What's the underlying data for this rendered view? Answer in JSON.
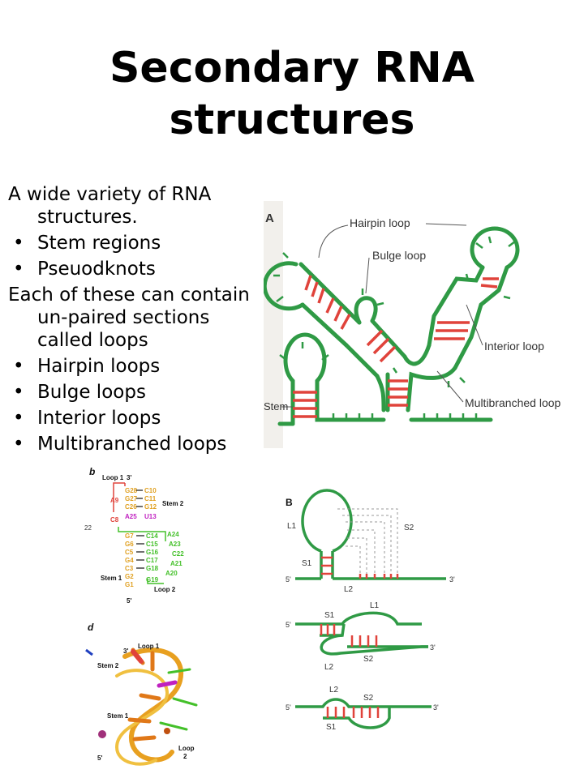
{
  "title_line1": "Secondary RNA",
  "title_line2": "structures",
  "text": {
    "intro_line1": "A wide variety of RNA",
    "intro_line2": "structures.",
    "list1": [
      "Stem regions",
      "Pseuodknots"
    ],
    "para_line1": "Each of these can contain",
    "para_line2": "un-paired sections",
    "para_line3": "called loops",
    "list2": [
      "Hairpin loops",
      "Bulge loops",
      "Interior loops",
      "Multibranched loops"
    ],
    "bullet": "•"
  },
  "figA": {
    "panel": "A",
    "hairpin": "Hairpin loop",
    "bulge": "Bulge loop",
    "interior": "Interior loop",
    "multi": "Multibranched loop",
    "stem": "Stem"
  },
  "figB": {
    "panel": "b",
    "loop1": "Loop 1",
    "three": "3'",
    "five": "5'",
    "stem2": "Stem 2",
    "stem1": "Stem 1",
    "loop2": "Loop 2",
    "n22": "22",
    "red": [
      "G28",
      "G27",
      "C26",
      "A9",
      "C8"
    ],
    "redpair": [
      "C10",
      "C11",
      "G12"
    ],
    "magenta": [
      "A25",
      "U13"
    ],
    "green_left": [
      "G7",
      "G6",
      "C5",
      "G4",
      "C3",
      "G2",
      "G1"
    ],
    "green_mid": [
      "C14",
      "C15",
      "G16",
      "C17",
      "G18",
      "G19"
    ],
    "green_right": [
      "A24",
      "A23",
      "C22",
      "A21",
      "A20"
    ]
  },
  "figD": {
    "panel": "d",
    "loop1": "Loop 1",
    "three": "3'",
    "stem2": "Stem 2",
    "stem1": "Stem 1",
    "five": "5'",
    "loop2": "Loop",
    "loop2n": "2"
  },
  "figPK": {
    "panel": "B",
    "L1": "L1",
    "L2": "L2",
    "S1": "S1",
    "S2": "S2",
    "five": "5'",
    "three": "3'"
  },
  "colors": {
    "green": "#2f9a45",
    "red": "#e0433b",
    "orange": "#f0a020",
    "magenta": "#c020c0",
    "lime": "#44c02a"
  }
}
